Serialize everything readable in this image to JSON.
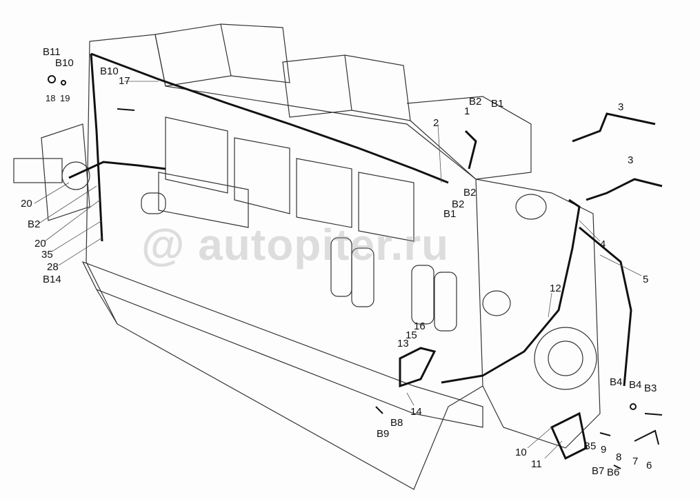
{
  "watermark": "@ autopiter.ru",
  "callouts": [
    "B11",
    "B10",
    "B10",
    "17",
    "18",
    "19",
    "1",
    "B2",
    "B1",
    "2",
    "3",
    "3",
    "B2",
    "B2",
    "B1",
    "20",
    "B2",
    "20",
    "35",
    "28",
    "B14",
    "4",
    "5",
    "12",
    "16",
    "15",
    "13",
    "14",
    "B8",
    "B9",
    "B4",
    "B4",
    "B3",
    "10",
    "11",
    "B5",
    "9",
    "8",
    "7",
    "6",
    "B7",
    "B6"
  ],
  "colors": {
    "line": "#222222",
    "background": "#fdfdfd"
  }
}
